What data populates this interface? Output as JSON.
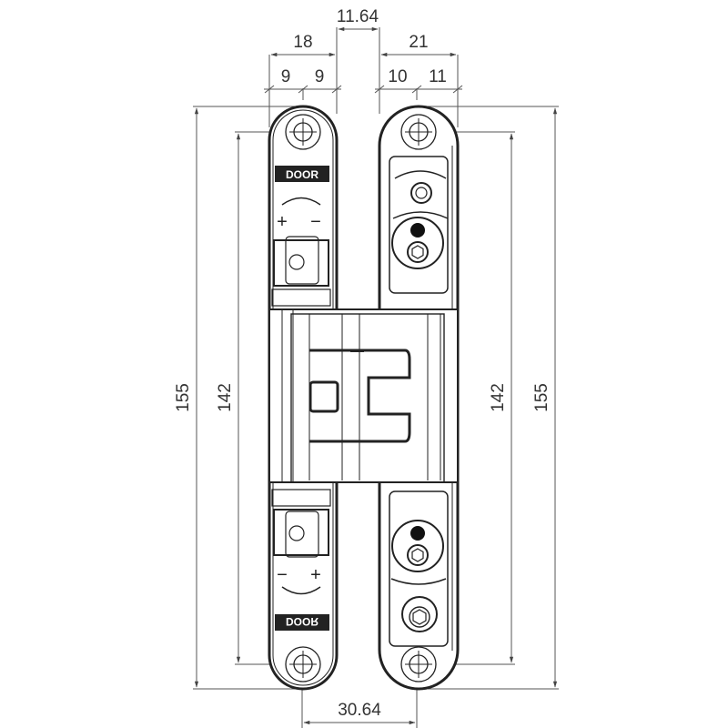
{
  "drawing": {
    "title": "Concealed door hinge dimension drawing",
    "unit": "mm",
    "colors": {
      "line": "#222222",
      "dim_line": "#555555",
      "fill": "#ffffff",
      "label_bg": "#222222"
    }
  },
  "dimensions": {
    "gap_width": "11.64",
    "left_leaf_width": "18",
    "left_leaf_half_a": "9",
    "left_leaf_half_b": "9",
    "right_leaf_width": "21",
    "right_leaf_part_a": "10",
    "right_leaf_part_b": "11",
    "left_overall_height": "155",
    "left_hole_spacing": "142",
    "right_hole_spacing": "142",
    "right_overall_height": "155",
    "bottom_hole_offset": "30.64"
  },
  "labels": {
    "door_top": "DOOR",
    "door_bottom": "DOOR",
    "plus": "+",
    "minus": "−"
  }
}
